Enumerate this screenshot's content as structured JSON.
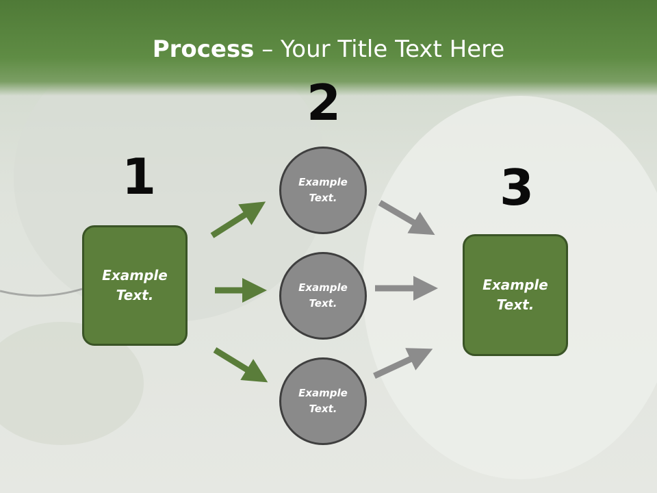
{
  "slide": {
    "title_bold": "Process",
    "title_rest": " – Your Title Text Here"
  },
  "steps": {
    "step1": {
      "number": "1",
      "label_line1": "Example",
      "label_line2": "Text."
    },
    "step2": {
      "number": "2"
    },
    "step3": {
      "number": "3",
      "label_line1": "Example",
      "label_line2": "Text."
    }
  },
  "circles": [
    {
      "label_line1": "Example",
      "label_line2": "Text."
    },
    {
      "label_line1": "Example",
      "label_line2": "Text."
    },
    {
      "label_line1": "Example",
      "label_line2": "Text."
    }
  ],
  "colors": {
    "header_green": "#5f8c44",
    "box_green": "#5c7f3b",
    "circle_gray": "#8a8a8a",
    "arrow_green": "#5a7d3a",
    "arrow_gray": "#8c8c8c"
  }
}
